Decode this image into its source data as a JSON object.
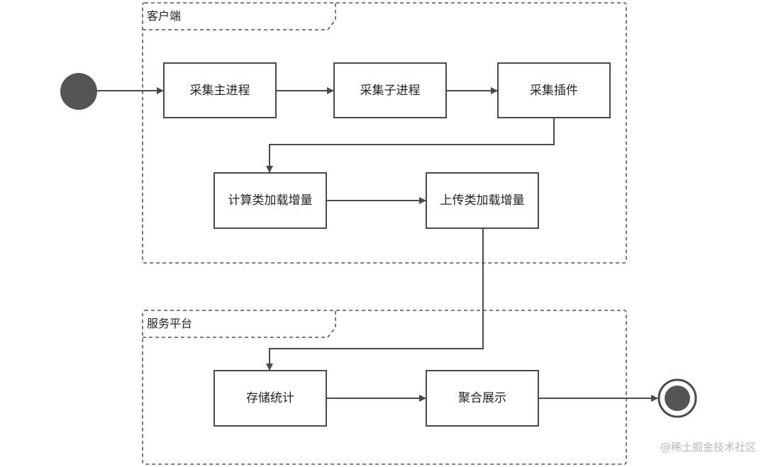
{
  "groups": {
    "client": {
      "label": "客户端"
    },
    "server": {
      "label": "服务平台"
    }
  },
  "nodes": {
    "collect_main": "采集主进程",
    "collect_sub": "采集子进程",
    "collect_plugin": "采集插件",
    "compute_increment": "计算类加载增量",
    "upload_increment": "上传类加载增量",
    "store_stats": "存储统计",
    "aggregate_display": "聚合展示"
  },
  "watermark": "@稀土掘金技术社区",
  "colors": {
    "stroke": "#4a4a4a",
    "dashed": "#555555",
    "start_fill": "#555555",
    "text": "#222222",
    "watermark": "#b8b8b8"
  }
}
